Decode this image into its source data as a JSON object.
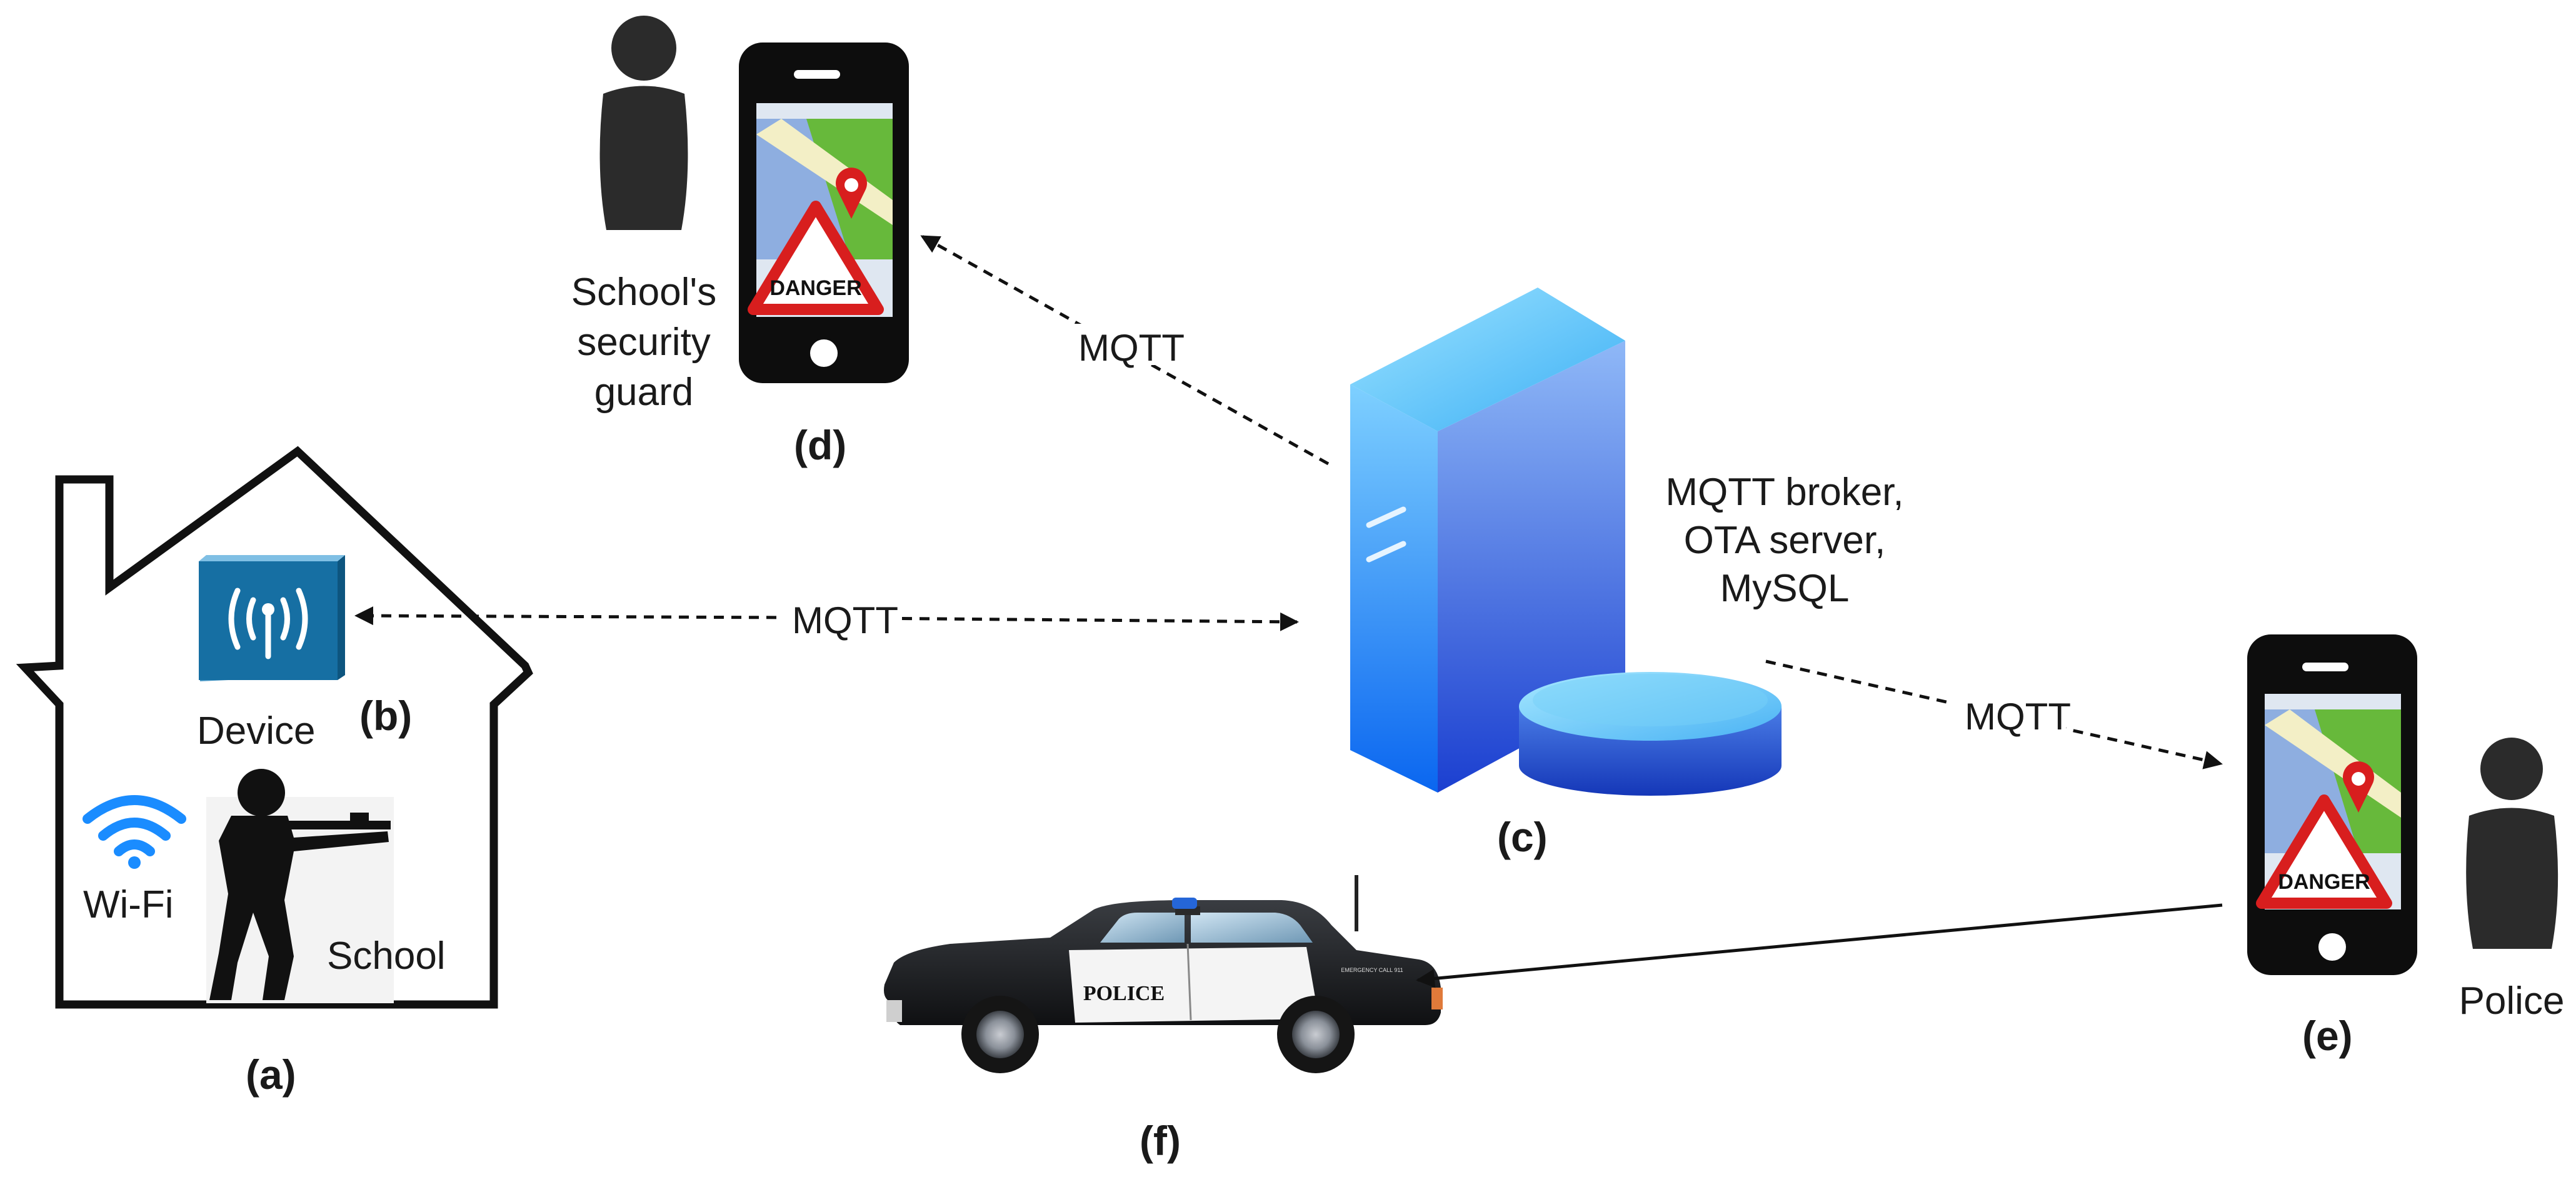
{
  "labels": {
    "a": "(a)",
    "b": "(b)",
    "c": "(c)",
    "d": "(d)",
    "e": "(e)",
    "f": "(f)"
  },
  "school": {
    "device_label": "Device",
    "wifi_label": "Wi-Fi",
    "school_label": "School"
  },
  "server": {
    "description_lines": [
      "MQTT broker,",
      "OTA server,",
      "MySQL"
    ]
  },
  "guard": {
    "caption_lines": [
      "School's",
      "security",
      "guard"
    ],
    "phone_sign": "DANGER"
  },
  "police": {
    "caption": "Police",
    "phone_sign": "DANGER"
  },
  "car": {
    "door_text": "POLICE",
    "trunk_text": "EMERGENCY CALL 911"
  },
  "links": {
    "device_server": "MQTT",
    "server_guard": "MQTT",
    "server_police": "MQTT"
  },
  "colors": {
    "server_light": "#7fd0ff",
    "server_dark": "#1450d8",
    "device_blue": "#166fa3",
    "wifi_blue": "#1a8cff",
    "danger_red": "#d81e1e",
    "map_green": "#67b93b"
  }
}
